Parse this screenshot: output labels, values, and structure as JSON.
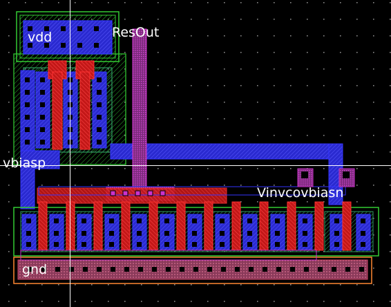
{
  "layout_view": {
    "colors": {
      "background": "#000000",
      "grid_dot": "#8a8a8a",
      "crosshair": "#ffffff",
      "label": "#ffffff",
      "nwell": "#33cc33",
      "pdiff": "#2f8f57",
      "ndiff": "#2f8f57",
      "poly": "#e02020",
      "metal1": "#3333ff",
      "metal2": "#cc33cc",
      "contact": "#000000",
      "via": "#cc33cc",
      "boundary": "#ff8833",
      "gnd_rail": "#b04a6a"
    },
    "labels": {
      "vdd": "vdd",
      "resout": "ResOut",
      "vbiasp": "vbiasp",
      "vinvcovbiasn": "Vinvcovbiasn",
      "gnd": "gnd"
    }
  }
}
